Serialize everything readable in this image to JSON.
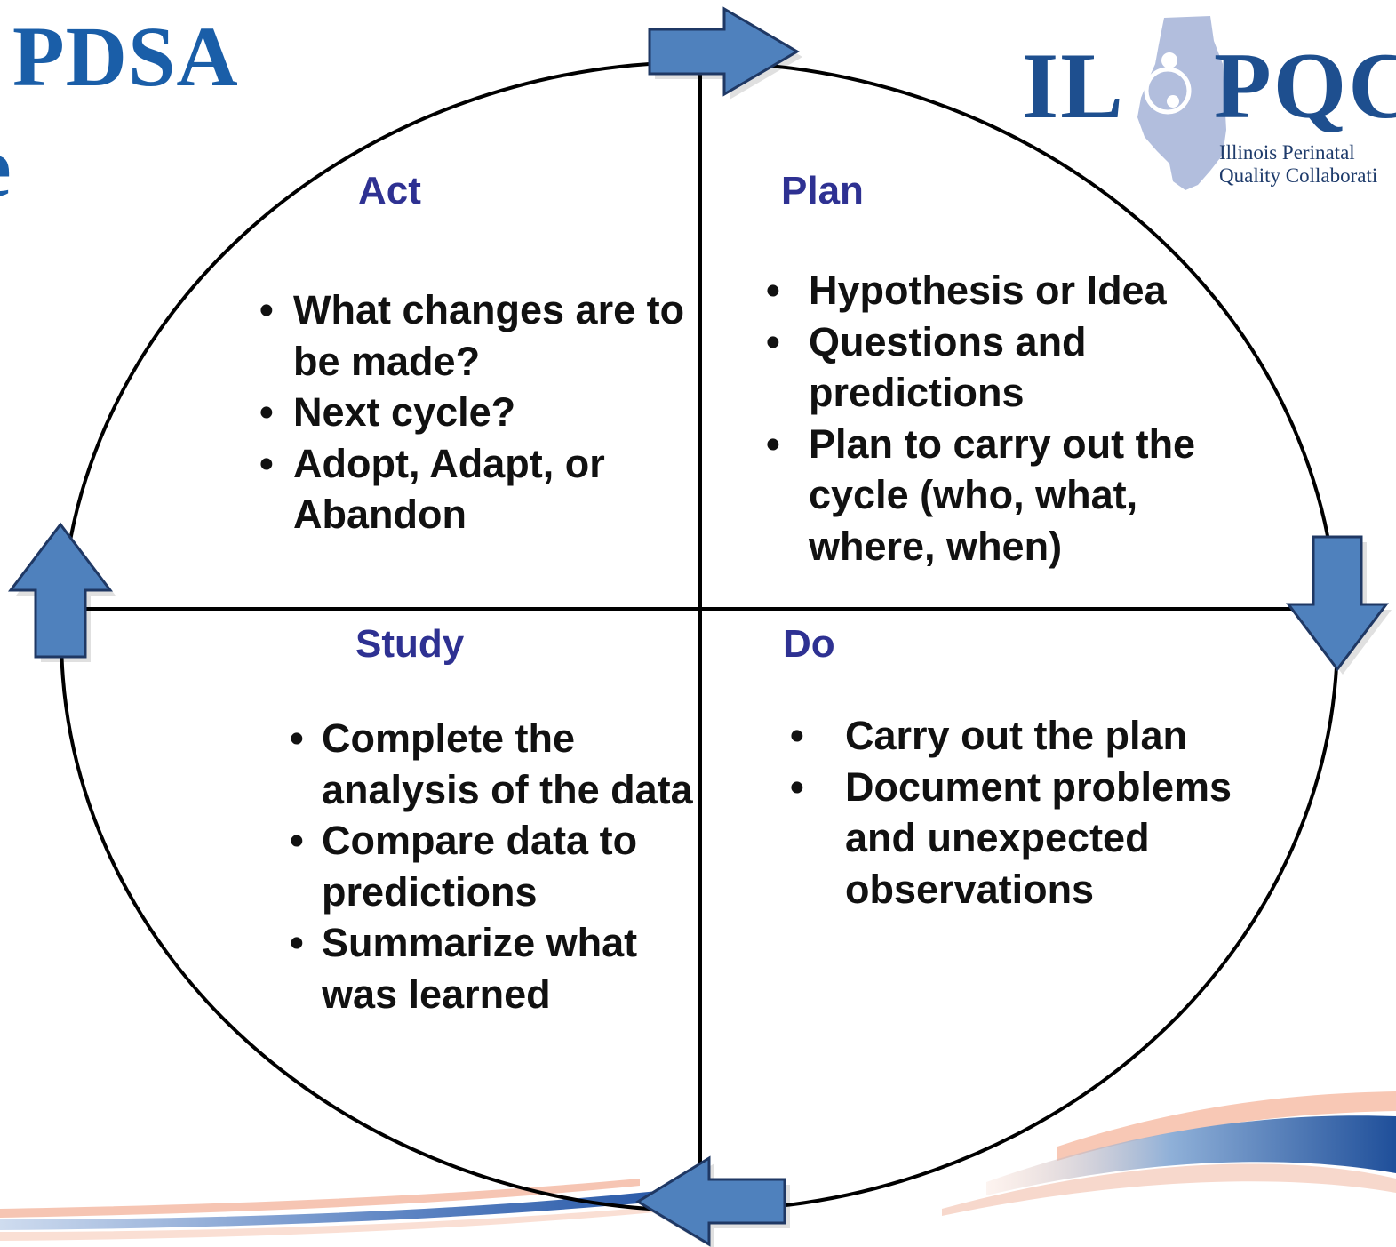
{
  "slide": {
    "title_line_1": "PDSA",
    "title_line_2": "e"
  },
  "logo": {
    "abbr_left": "IL",
    "abbr_right": "PQC",
    "line_1": "Illinois Perinatal",
    "line_2": "Quality Collaborati"
  },
  "colors": {
    "title_blue": "#1a5ea8",
    "quadrant_heading": "#2e3192",
    "arrow_fill": "#4f81bd",
    "arrow_stroke": "#1f3864"
  },
  "quadrants": {
    "act": {
      "title": "Act",
      "items": [
        "What changes are to be made?",
        "Next cycle?",
        "Adopt, Adapt, or Abandon"
      ]
    },
    "plan": {
      "title": "Plan",
      "items": [
        "Hypothesis or Idea",
        "Questions and predictions",
        "Plan to carry out the cycle (who, what, where, when)"
      ]
    },
    "study": {
      "title": "Study",
      "items": [
        "Complete the analysis of the data",
        "Compare data to predictions",
        "Summarize what was learned"
      ]
    },
    "do": {
      "title": "Do",
      "items": [
        "Carry out the plan",
        "Document problems and unexpected observations"
      ]
    }
  },
  "arrows": {
    "top": "right-arrow-icon",
    "right": "down-arrow-icon",
    "bottom": "left-arrow-icon",
    "left": "up-arrow-icon"
  }
}
